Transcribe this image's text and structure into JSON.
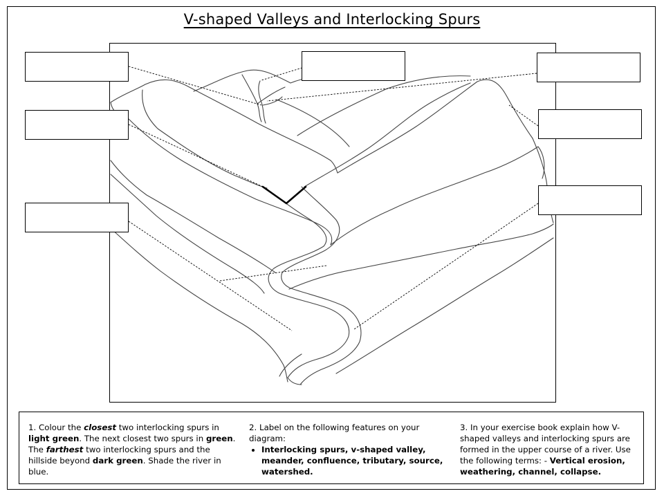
{
  "title": "V-shaped Valleys and Interlocking Spurs",
  "label_boxes": [
    {
      "id": "left-top",
      "text": ""
    },
    {
      "id": "left-middle",
      "text": ""
    },
    {
      "id": "left-bottom",
      "text": ""
    },
    {
      "id": "center-top",
      "text": ""
    },
    {
      "id": "right-top",
      "text": ""
    },
    {
      "id": "right-middle",
      "text": ""
    },
    {
      "id": "right-bottom",
      "text": ""
    }
  ],
  "instructions": {
    "col1": {
      "t1": "1. Colour the ",
      "b1": "closest",
      "t2": " two interlocking spurs in ",
      "b2": "light green",
      "t3": ". The next closest two spurs in ",
      "b3": "green",
      "t4": ". The ",
      "b4": "farthest",
      "t5": " two interlocking spurs and the hillside beyond ",
      "b5": "dark green",
      "t6": ". Shade the river in blue."
    },
    "col2": {
      "intro": "2. Label on the following  features on your diagram:",
      "features": "Interlocking spurs, v-shaped valley, meander, confluence, tributary, source, watershed."
    },
    "col3": {
      "t1": "3. In your exercise book explain how V-shaped valleys and interlocking  spurs are formed in the upper course of a river. Use the following  terms: - ",
      "terms": "Vertical erosion, weathering, channel, collapse."
    }
  }
}
